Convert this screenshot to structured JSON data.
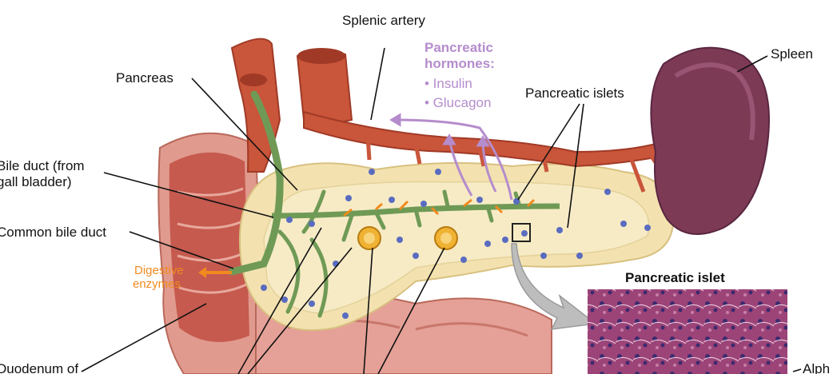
{
  "labels": {
    "splenic_artery": "Splenic artery",
    "pancreas": "Pancreas",
    "spleen": "Spleen",
    "pancreatic_islets": "Pancreatic islets",
    "bile_duct_line1": "Bile duct (from",
    "bile_duct_line2": "gall bladder)",
    "common_bile_duct": "Common bile duct",
    "digestive_line1": "Digestive",
    "digestive_line2": "enzymes",
    "duodenum": "Duodenum of",
    "hormones_title1": "Pancreatic",
    "hormones_title2": "hormones:",
    "hormone_1": "• Insulin",
    "hormone_2": "• Glucagon",
    "inset_title": "Pancreatic islet",
    "alpha_partial": "Alph"
  },
  "colors": {
    "artery": "#c9553a",
    "artery_dark": "#a03a26",
    "pancreas": "#f3e2b0",
    "duct": "#6f9a56",
    "spleen": "#7c3a55",
    "islet": "#5a6cc0",
    "duodenum": "#e19a8e",
    "hormone_arrow": "#b58ccc",
    "enzyme": "#f08a1e",
    "histology": "#a0487a"
  }
}
